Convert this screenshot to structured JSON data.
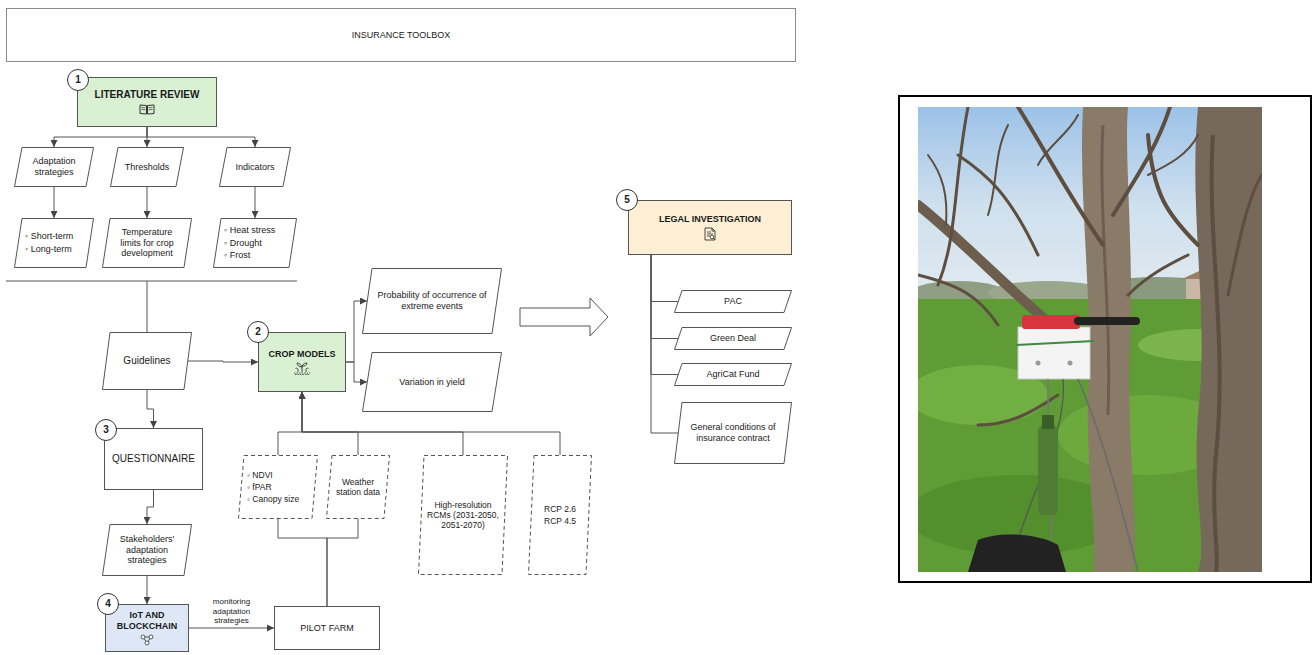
{
  "diagram": {
    "nodes": [
      {
        "text": [
          "INSURANCE TOOLBOX"
        ]
      },
      {
        "text": [
          "LITERATURE REVIEW"
        ]
      },
      {
        "text": [
          "Adaptation strategies"
        ]
      },
      {
        "text": [
          "Thresholds"
        ]
      },
      {
        "text": [
          "Indicators"
        ]
      },
      {
        "text": [
          "◦ Short-term",
          "◦ Long-term"
        ]
      },
      {
        "text": [
          "Temperature limits for crop development"
        ]
      },
      {
        "text": [
          "◦ Heat stress",
          "◦ Drought",
          "◦ Frost"
        ]
      },
      {
        "text": [
          "Guidelines"
        ]
      },
      {
        "text": [
          "CROP MODELS"
        ]
      },
      {
        "text": [
          "Probability of occurrence of extreme events"
        ]
      },
      {
        "text": [
          "Variation in yield"
        ]
      },
      {
        "text": [
          "LEGAL INVESTIGATION"
        ]
      },
      {
        "text": [
          "PAC"
        ]
      },
      {
        "text": [
          "Green Deal"
        ]
      },
      {
        "text": [
          "AgriCat Fund"
        ]
      },
      {
        "text": [
          "General conditions of insurance contract"
        ]
      },
      {
        "text": [
          "QUESTIONNAIRE"
        ]
      },
      {
        "text": [
          "◦ NDVI",
          "◦ fPAR",
          "◦ Canopy size"
        ]
      },
      {
        "text": [
          "Weather station data"
        ]
      },
      {
        "text": [
          "High-resolution RCMs (2031-2050, 2051-2070)"
        ]
      },
      {
        "text": [
          "RCP 2.6",
          "RCP 4.5"
        ]
      },
      {
        "text": [
          "Stakeholders' adaptation strategies"
        ]
      },
      {
        "text": [
          "IoT AND BLOCKCHAIN"
        ]
      },
      {
        "text": [
          "PILOT FARM"
        ]
      }
    ],
    "edges": [
      {
        "from": 1,
        "to": 2,
        "arrow": "to"
      },
      {
        "from": 1,
        "to": 3,
        "arrow": "to"
      },
      {
        "from": 1,
        "to": 4,
        "arrow": "to"
      },
      {
        "from": 2,
        "to": 5,
        "arrow": "to"
      },
      {
        "from": 3,
        "to": 6,
        "arrow": "to"
      },
      {
        "from": 4,
        "to": 7,
        "arrow": "to"
      },
      {
        "from": 8,
        "to": 9,
        "arrow": "to"
      },
      {
        "from": 8,
        "to": 17,
        "arrow": "to"
      },
      {
        "from": 17,
        "to": 22,
        "arrow": "to"
      },
      {
        "from": 22,
        "to": 23,
        "arrow": "to"
      },
      {
        "from": 23,
        "to": 24,
        "label": "monitoring adaptation strategies",
        "arrow": "to"
      },
      {
        "from": 9,
        "to": 10,
        "arrow": "to"
      },
      {
        "from": 9,
        "to": 11,
        "arrow": "to"
      },
      {
        "from": 18,
        "to": 9,
        "arrow": "to"
      },
      {
        "from": 19,
        "to": 9,
        "arrow": "to"
      },
      {
        "from": 20,
        "to": 9,
        "arrow": "to"
      },
      {
        "from": 21,
        "to": 9,
        "arrow": "to"
      },
      {
        "from": 18,
        "to": 24,
        "arrow": "none"
      },
      {
        "from": 19,
        "to": 24,
        "arrow": "none"
      },
      {
        "from": 12,
        "to": 13,
        "arrow": "none"
      },
      {
        "from": 12,
        "to": 14,
        "arrow": "none"
      },
      {
        "from": 12,
        "to": 15,
        "arrow": "none"
      },
      {
        "from": 12,
        "to": 16,
        "arrow": "none"
      }
    ],
    "labels": [
      "1",
      "2",
      "3",
      "4",
      "5"
    ]
  }
}
